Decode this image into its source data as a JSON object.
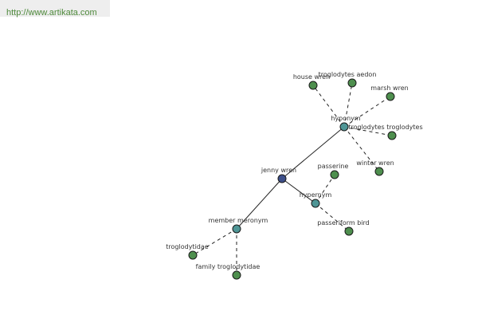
{
  "source": {
    "url_text": "http://www.artikata.com"
  },
  "colors": {
    "center": "#3d4f8a",
    "relation": "#4f9696",
    "leaf": "#4e8f4e"
  },
  "graph": {
    "nodes": [
      {
        "id": "jenny-wren",
        "label": "jenny wren",
        "kind": "center"
      },
      {
        "id": "hyponym",
        "label": "hyponym",
        "kind": "relation"
      },
      {
        "id": "hypernym",
        "label": "hypernym",
        "kind": "relation"
      },
      {
        "id": "member-meronym",
        "label": "member meronym",
        "kind": "relation"
      },
      {
        "id": "house-wren",
        "label": "house wren",
        "kind": "leaf"
      },
      {
        "id": "troglodytes-aedon",
        "label": "troglodytes aedon",
        "kind": "leaf"
      },
      {
        "id": "marsh-wren",
        "label": "marsh wren",
        "kind": "leaf"
      },
      {
        "id": "troglodytes-troglodytes",
        "label": "troglodytes troglodytes",
        "kind": "leaf"
      },
      {
        "id": "winter-wren",
        "label": "winter wren",
        "kind": "leaf"
      },
      {
        "id": "passerine",
        "label": "passerine",
        "kind": "leaf"
      },
      {
        "id": "passeriform-bird",
        "label": "passeriform bird",
        "kind": "leaf"
      },
      {
        "id": "troglodytidae",
        "label": "troglodytidae",
        "kind": "leaf"
      },
      {
        "id": "family-troglodytidae",
        "label": "family troglodytidae",
        "kind": "leaf"
      }
    ],
    "edges": [
      {
        "from": "jenny-wren",
        "to": "hyponym",
        "style": "solid"
      },
      {
        "from": "jenny-wren",
        "to": "hypernym",
        "style": "solid"
      },
      {
        "from": "jenny-wren",
        "to": "member-meronym",
        "style": "solid"
      },
      {
        "from": "hyponym",
        "to": "house-wren",
        "style": "dashed"
      },
      {
        "from": "hyponym",
        "to": "troglodytes-aedon",
        "style": "dashed"
      },
      {
        "from": "hyponym",
        "to": "marsh-wren",
        "style": "dashed"
      },
      {
        "from": "hyponym",
        "to": "troglodytes-troglodytes",
        "style": "dashed"
      },
      {
        "from": "hyponym",
        "to": "winter-wren",
        "style": "dashed"
      },
      {
        "from": "hypernym",
        "to": "passerine",
        "style": "dashed"
      },
      {
        "from": "hypernym",
        "to": "passeriform-bird",
        "style": "dashed"
      },
      {
        "from": "member-meronym",
        "to": "troglodytidae",
        "style": "dashed"
      },
      {
        "from": "member-meronym",
        "to": "family-troglodytidae",
        "style": "dashed"
      }
    ]
  }
}
